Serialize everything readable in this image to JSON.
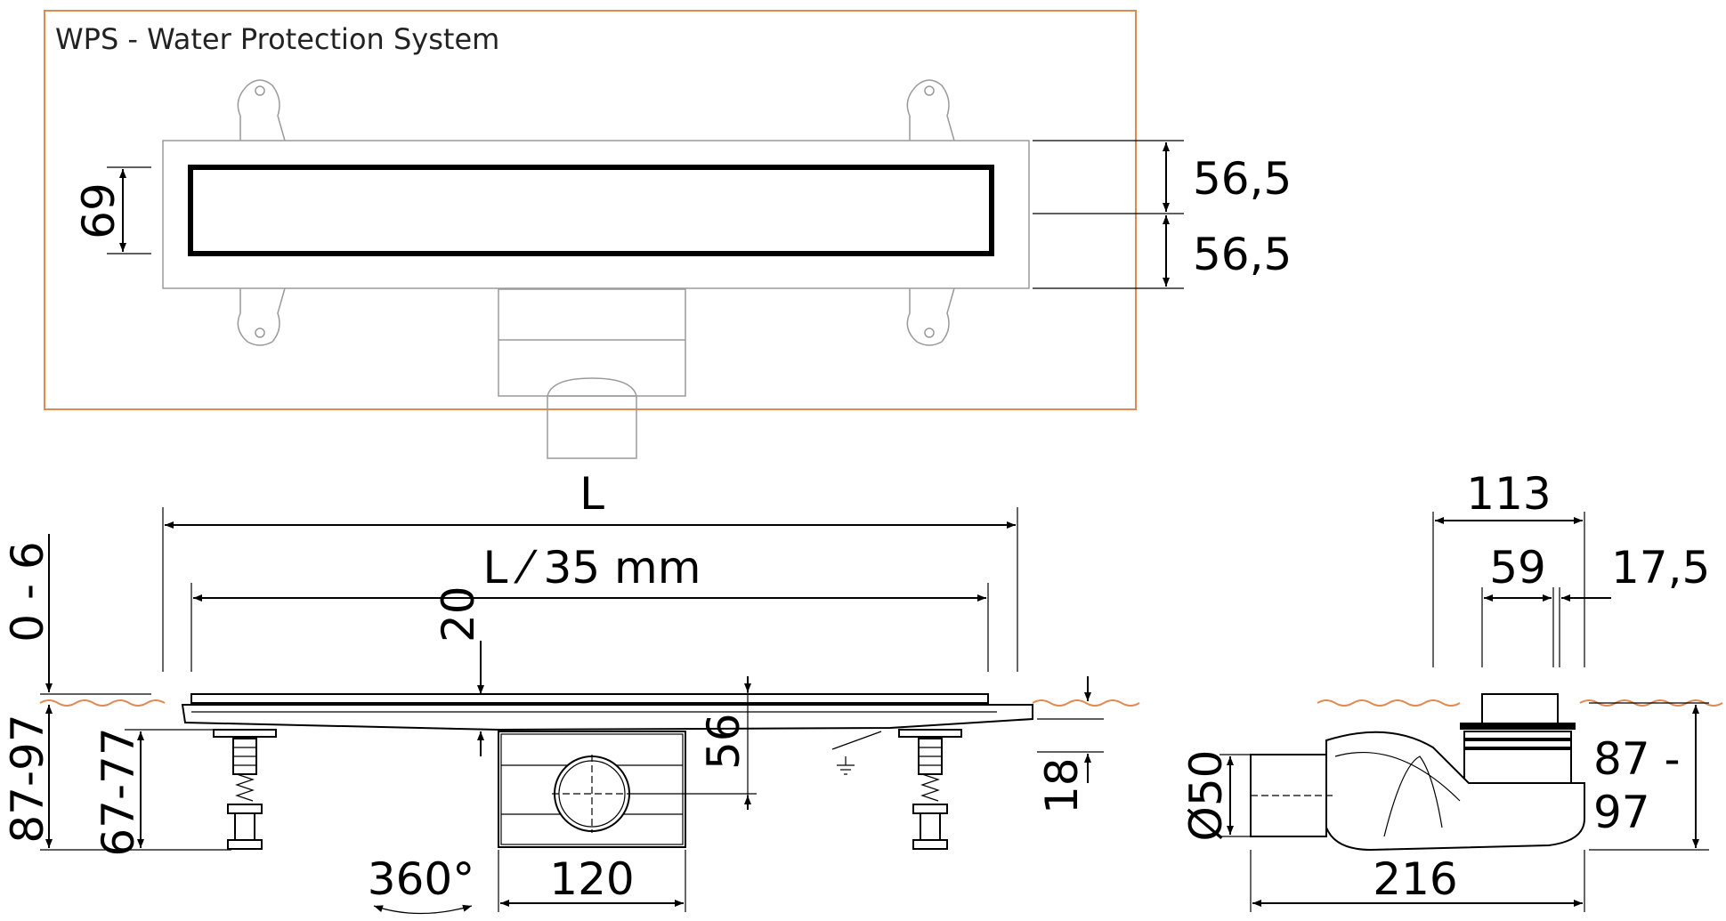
{
  "caption": "WPS - Water Protection System",
  "colors": {
    "frame": "#e08a50",
    "line": "#000000",
    "light_line": "#9a9a9a"
  },
  "top_view": {
    "dim_width": "69",
    "dim_upper": "56,5",
    "dim_lower": "56,5"
  },
  "side_view": {
    "dim_length": "L",
    "dim_length_inner": "L ⁄ 35 mm",
    "dim_adjust": "0 - 6",
    "dim_top_thickness": "20",
    "dim_outlet_height": "56",
    "dim_total_height": "87-97",
    "dim_leg_height": "67-77",
    "dim_floor": "18",
    "dim_outlet_width": "120",
    "dim_rotation": "360°"
  },
  "end_view": {
    "dim_width": "113",
    "dim_inner": "59",
    "dim_edge": "17,5",
    "dim_pipe": "Ø50",
    "dim_length": "216",
    "dim_height_a": "87 -",
    "dim_height_b": "97"
  }
}
